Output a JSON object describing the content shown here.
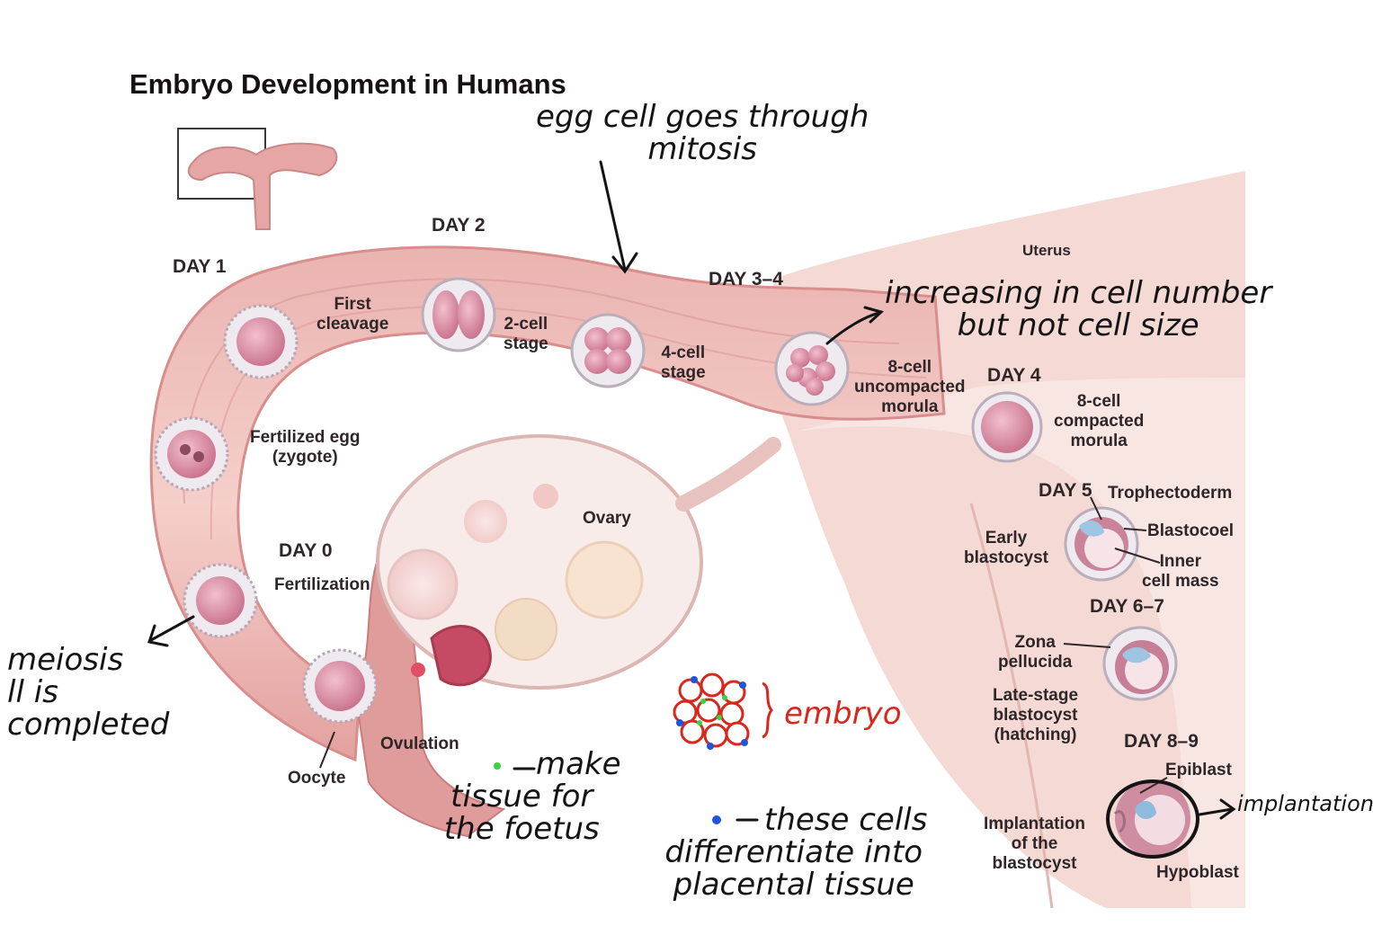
{
  "title": "Embryo Development in Humans",
  "days": {
    "d0": "DAY 0",
    "d1": "DAY 1",
    "d2": "DAY 2",
    "d34": "DAY 3–4",
    "d4": "DAY 4",
    "d5": "DAY 5",
    "d67": "DAY 6–7",
    "d89": "DAY 8–9"
  },
  "labels": {
    "uterus": "Uterus",
    "first_cleavage": [
      "First",
      "cleavage"
    ],
    "two_cell": [
      "2-cell",
      "stage"
    ],
    "four_cell": [
      "4-cell",
      "stage"
    ],
    "uncompacted": [
      "8-cell",
      "uncompacted",
      "morula"
    ],
    "compacted": [
      "8-cell",
      "compacted",
      "morula"
    ],
    "zygote": [
      "Fertilized egg",
      "(zygote)"
    ],
    "fertilization": "Fertilization",
    "ovary": "Ovary",
    "ovulation": "Ovulation",
    "oocyte": "Oocyte",
    "trophectoderm": "Trophectoderm",
    "blastocoel": "Blastocoel",
    "inner_cell_mass": [
      "Inner",
      "cell mass"
    ],
    "early_blastocyst": [
      "Early",
      "blastocyst"
    ],
    "zona": [
      "Zona",
      "pellucida"
    ],
    "late_blastocyst": [
      "Late-stage",
      "blastocyst",
      "(hatching)"
    ],
    "epiblast": "Epiblast",
    "hypoblast": "Hypoblast",
    "implantation_label": [
      "Implantation",
      "of the",
      "blastocyst"
    ]
  },
  "notes": {
    "mitosis": [
      "egg cell goes through",
      "mitosis"
    ],
    "cell_number": [
      "increasing in cell number",
      "but not cell size"
    ],
    "meiosis": [
      "meiosis",
      "ll is",
      "completed"
    ],
    "make_tissue": [
      "make",
      "tissue for",
      "the foetus"
    ],
    "placental": [
      "these cells",
      "differentiate into",
      "placental tissue"
    ],
    "embryo": "embryo",
    "implantation": "implantation"
  },
  "colors": {
    "tube_outer": "#e7a8a6",
    "tube_inner": "#f3c8c3",
    "uterus_wall": "#f4d7d2",
    "ovary": "#f8eeec",
    "cell_fill": "#d98fa6",
    "zona": "#ece8ee",
    "annotation_ink": "#141414",
    "embryo_ink": "#d8281c",
    "dot_green": "#37d43b",
    "dot_blue": "#1f55d8"
  }
}
